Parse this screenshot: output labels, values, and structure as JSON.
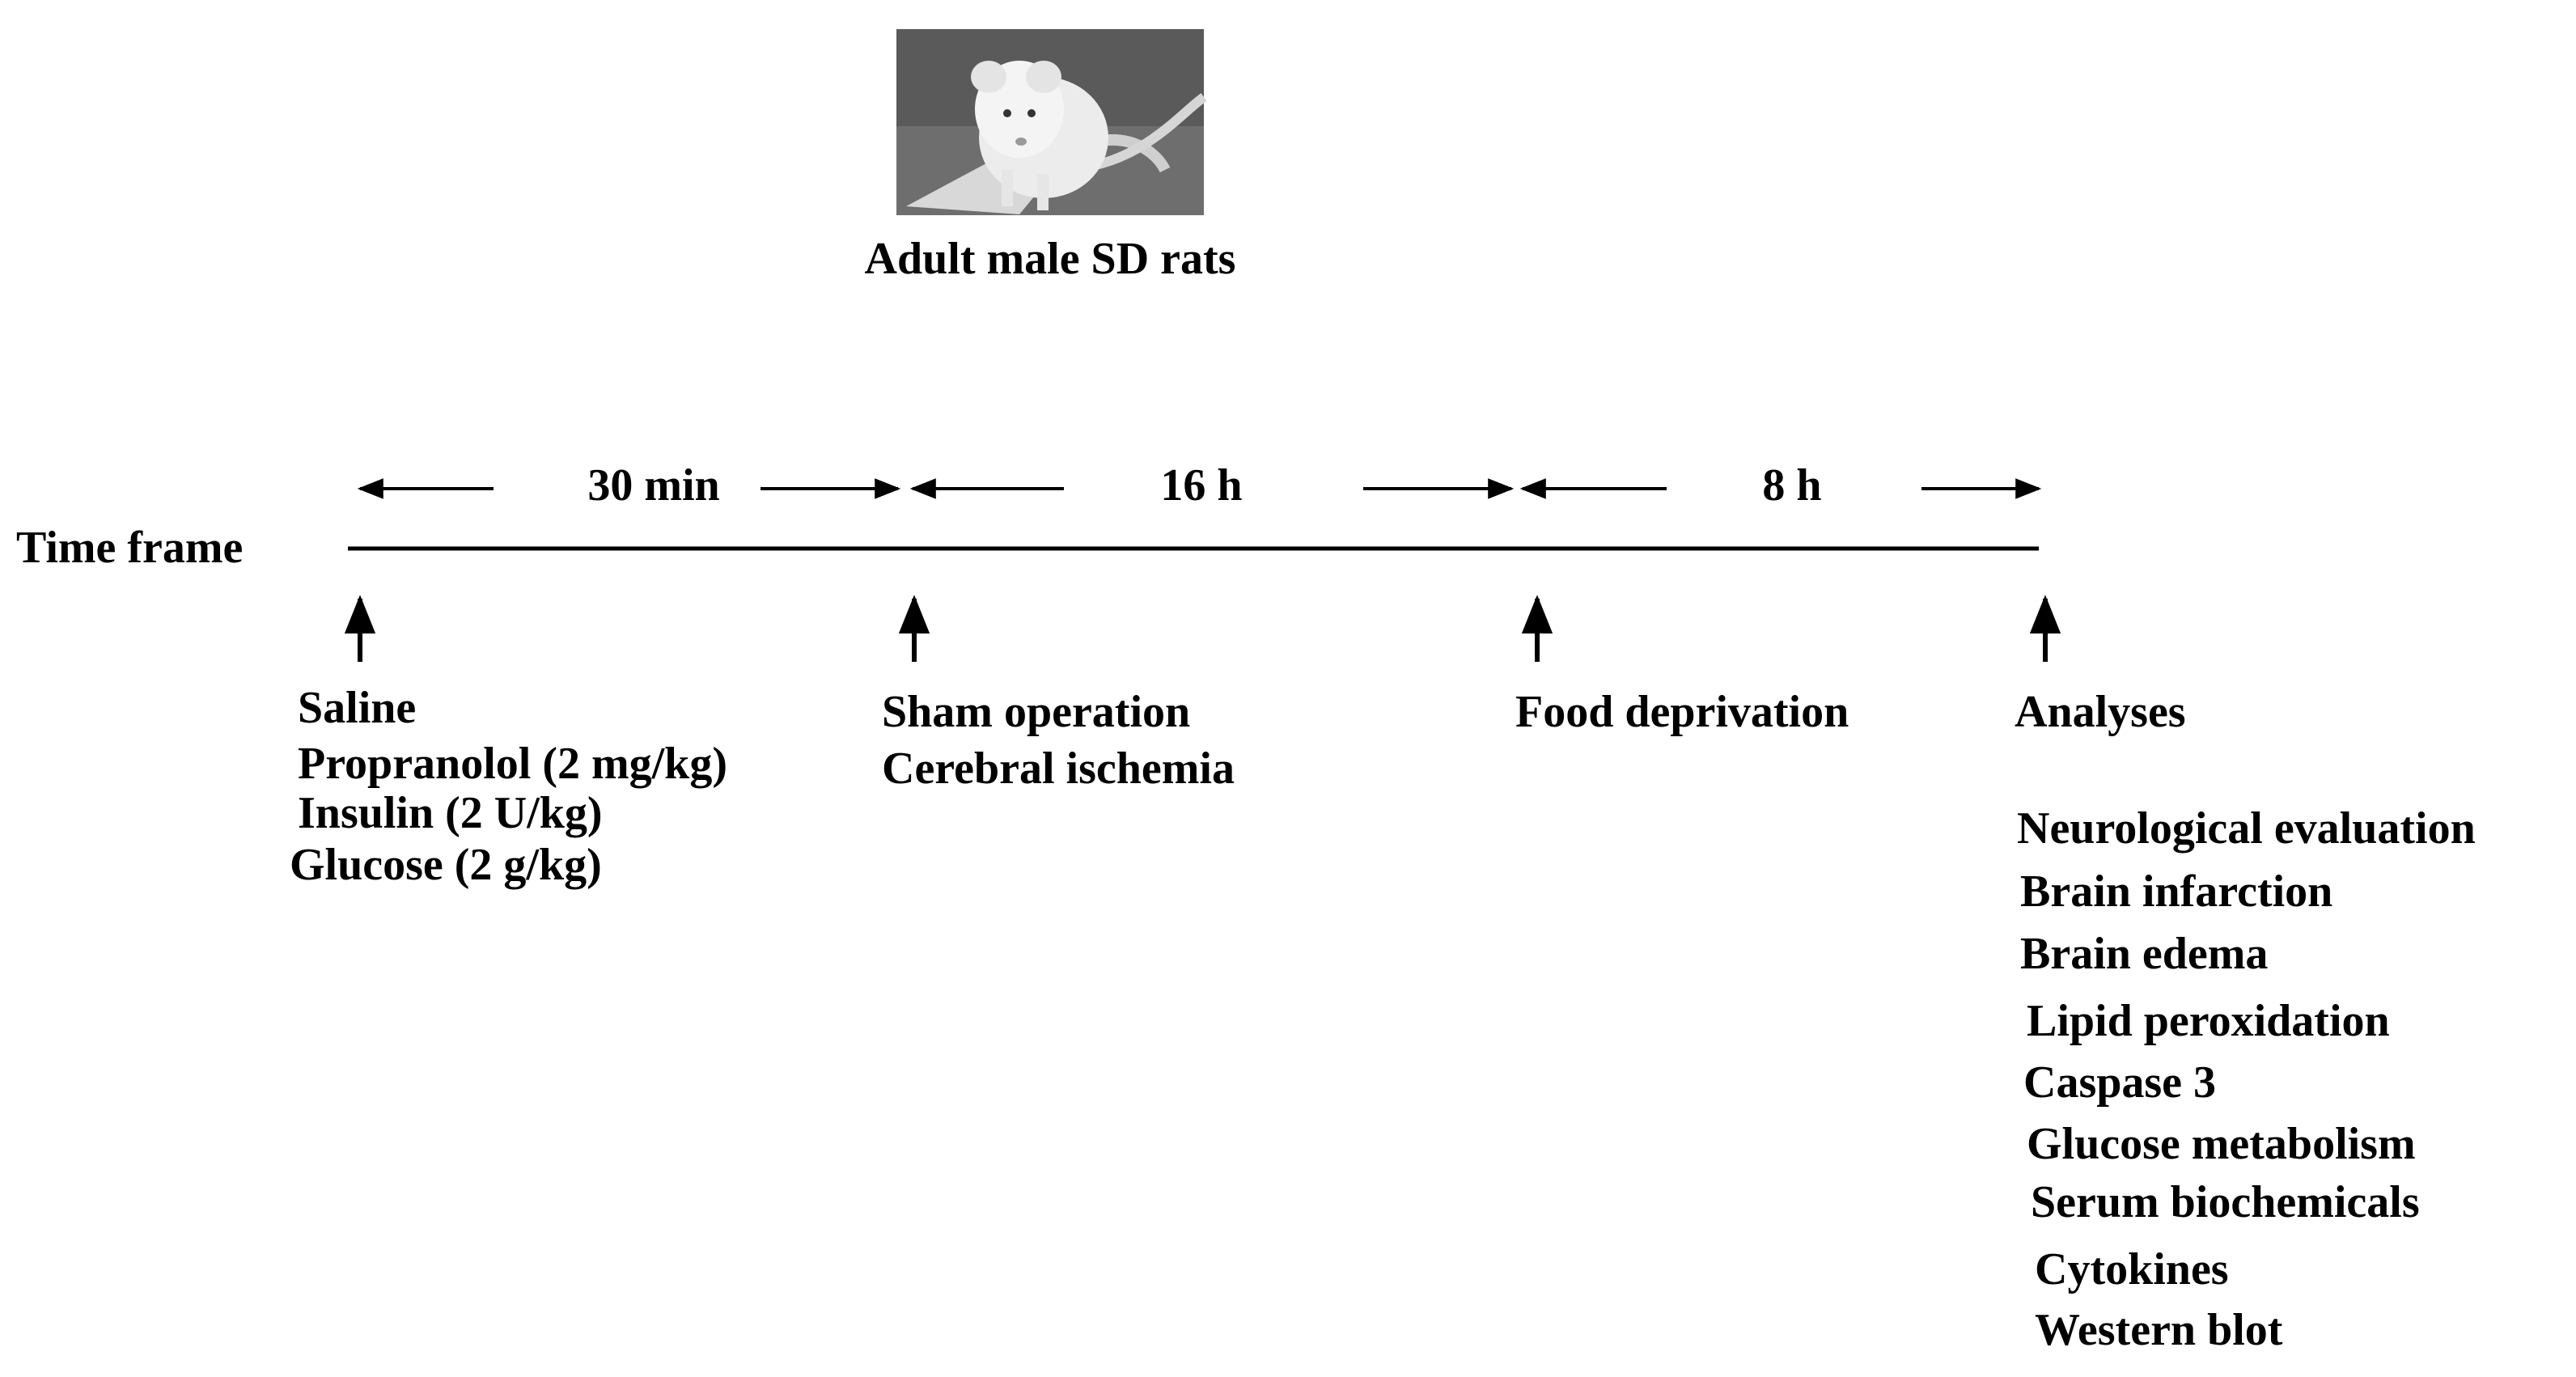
{
  "header": {
    "photo_caption": "Adult male SD rats"
  },
  "timeline": {
    "label": "Time frame",
    "intervals": [
      "30 min",
      "16 h",
      "8 h"
    ]
  },
  "events": {
    "treatments": [
      "Saline",
      "Propranolol (2 mg/kg)",
      "Insulin (2 U/kg)",
      "Glucose (2 g/kg)"
    ],
    "surgery": [
      "Sham operation",
      "Cerebral ischemia"
    ],
    "food": "Food deprivation",
    "analyses_title": "Analyses",
    "analyses": [
      "Neurological evaluation",
      "Brain infarction",
      "Brain edema",
      "Lipid peroxidation",
      "Caspase 3",
      "Glucose metabolism",
      "Serum biochemicals",
      "Cytokines",
      "Western blot"
    ]
  },
  "colors": {
    "ink": "#000000",
    "photo_tone": "#6e6e6e"
  }
}
